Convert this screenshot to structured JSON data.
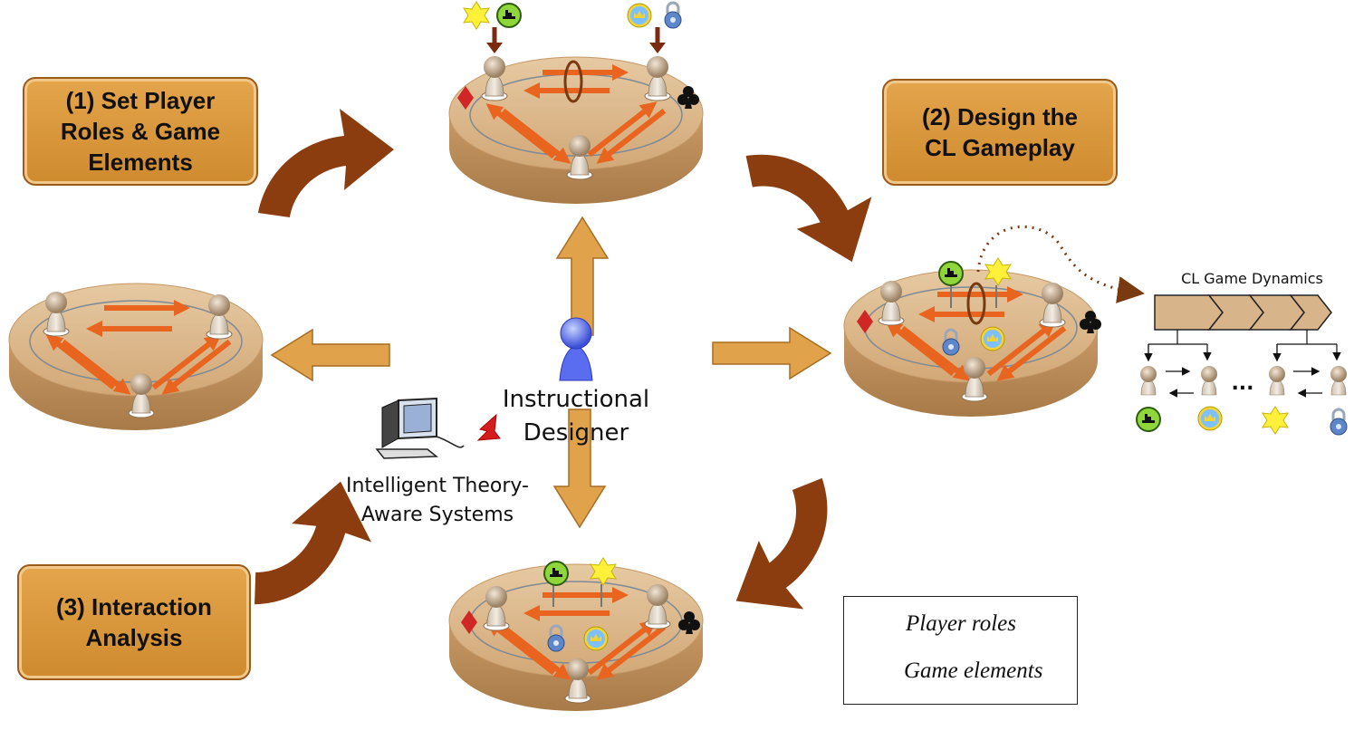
{
  "steps": {
    "step1": "(1) Set Player\nRoles & Game\nElements",
    "step2": "(2) Design the\nCL Gameplay",
    "step3": "(3) Interaction\nAnalysis"
  },
  "center": {
    "designer_label": "Instructional\nDesigner",
    "systems_label": "Intelligent Theory-\nAware Systems"
  },
  "dynamics": {
    "title": "CL Game Dynamics",
    "ellipsis": "..."
  },
  "legend": {
    "player_roles": "Player roles",
    "game_elements": "Game elements"
  },
  "colors": {
    "board": "#d9b48a",
    "board_edge": "#b88a5a",
    "orange_arrow": "#e8641f",
    "cycle_arrow": "#8b3d10",
    "center_arrow": "#e0a24a",
    "box_fill": "#dc9a3f"
  }
}
